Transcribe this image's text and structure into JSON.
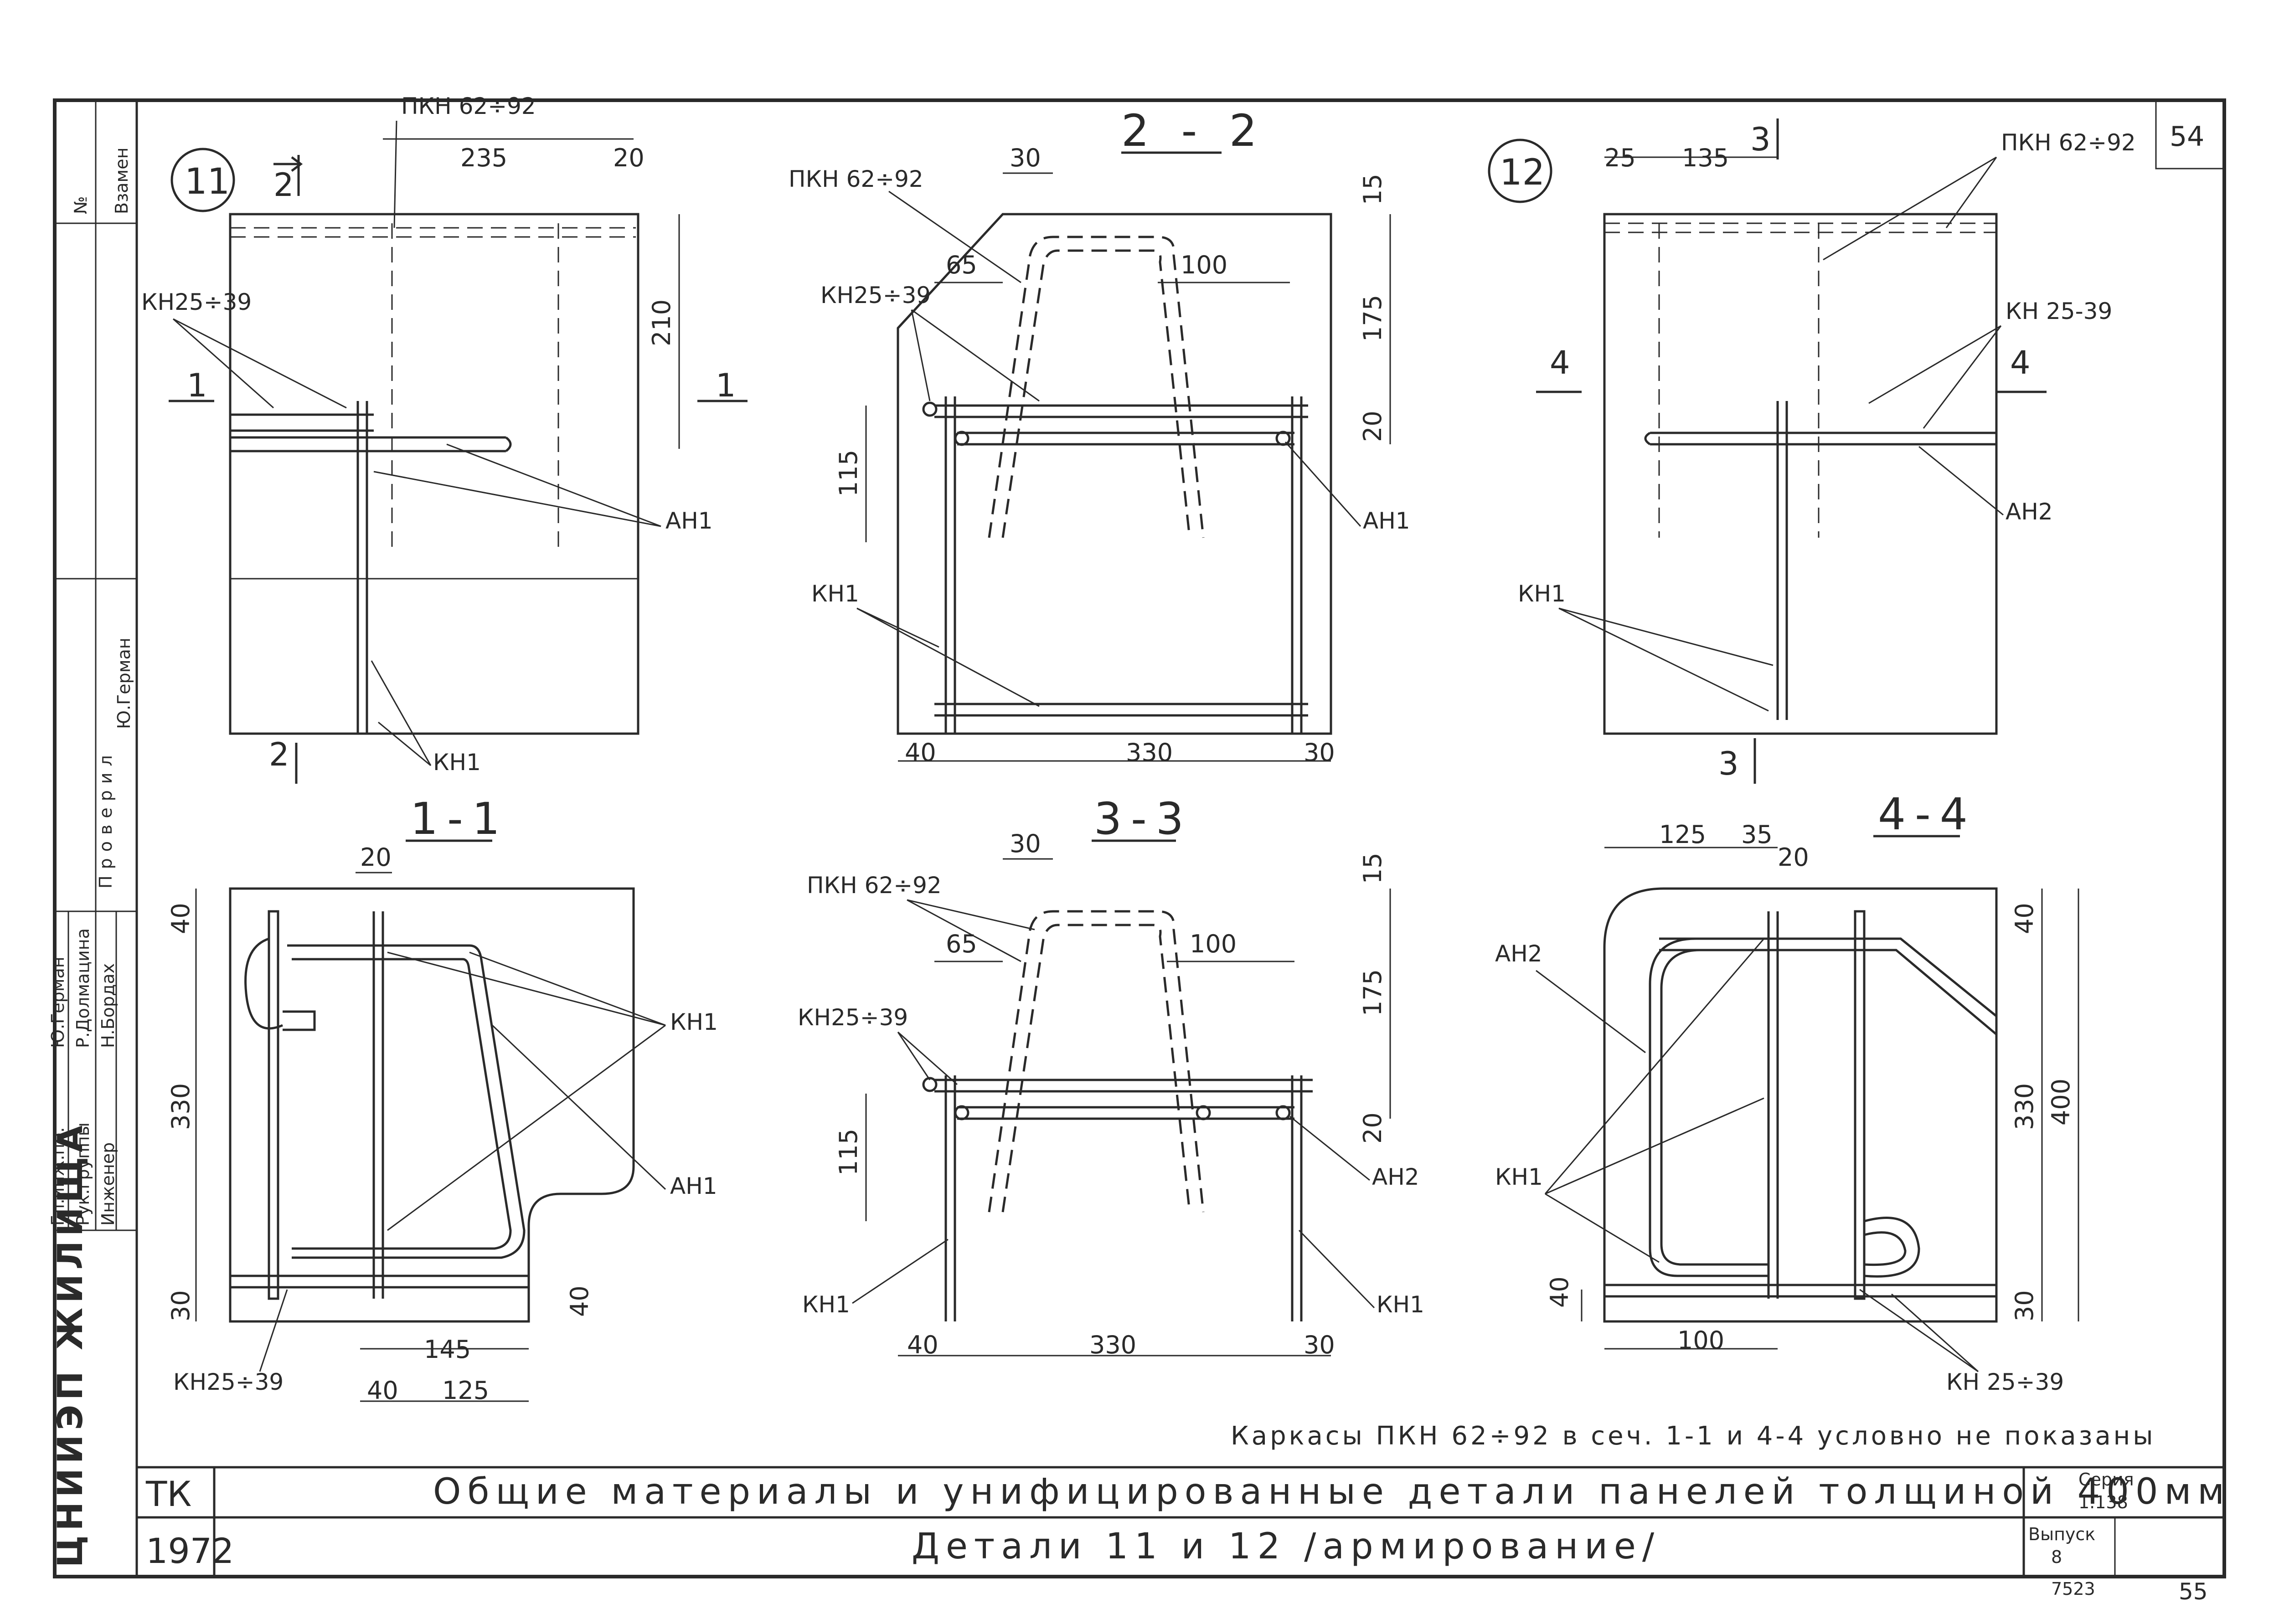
{
  "sheet": {
    "org_vertical": "ЦНИИЭП ЖИЛИЩА",
    "series_code": "ТК",
    "year": "1972",
    "title_line1": "Общие материалы и унифицированные детали панелей толщиной 400мм",
    "title_line2": "Детали 11 и 12 /армирование/",
    "series_label": "Серия",
    "series_value": "1.138",
    "issue_label": "Выпуск",
    "issue_value": "8",
    "sheet_number": "54",
    "sheet_number_bottom": "55",
    "archive_number": "7523",
    "note": "Каркасы ПКН 62÷92 в сеч. 1-1 и 4-4 условно не показаны"
  },
  "side_stamp": {
    "col_no": "№",
    "col_instead": "Взамен",
    "role_check": "Проверил",
    "role_chief_eng_pr": "Гл.инж.пр.",
    "role_group_head": "Рук.группы",
    "role_engineer": "Инженер",
    "name_german_1": "Ю.Герман",
    "name_german_2": "Ю.Герман",
    "name_dolmatsina": "Р.Долмацина",
    "name_bordakh": "Н.Бордах"
  },
  "labels": {
    "pkn": "ПКН 62÷92",
    "kn25": "КН25÷39",
    "kn25_b": "КН 25-39",
    "kn25_c": "КН 25÷39",
    "kn1": "КН1",
    "an1": "АН1",
    "an2": "АН2",
    "node11": "11",
    "node12": "12",
    "sec11": "1-1",
    "sec22": "2 - 2",
    "sec33": "3-3",
    "sec44": "4-4",
    "cut1": "1",
    "cut2": "2",
    "cut3": "3",
    "cut4": "4"
  },
  "dims": {
    "d235": "235",
    "d20": "20",
    "d210": "210",
    "d30": "30",
    "d15": "15",
    "d65": "65",
    "d100": "100",
    "d175": "175",
    "d115": "115",
    "d40": "40",
    "d330": "330",
    "d25": "25",
    "d135": "135",
    "d125": "125",
    "d35": "35",
    "d145": "145",
    "d400": "400"
  }
}
